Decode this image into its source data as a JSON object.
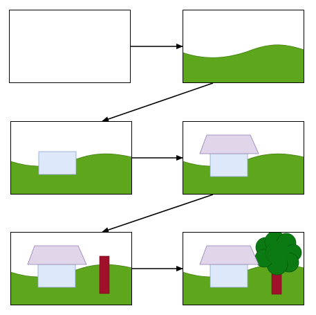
{
  "colors": {
    "background": "#ffffff",
    "frame_stroke": "#000000",
    "hill_fill": "#5ea61b",
    "hill_stroke": "#3f7d0c",
    "wall_fill": "#dde8fa",
    "wall_stroke": "#8aa2cf",
    "roof_fill": "#e1d5e9",
    "roof_stroke": "#8f7fb0",
    "chimney_fill": "#a0102a",
    "chimney_stroke": "#6e0a1c",
    "trunk_fill": "#a0102a",
    "canopy_fill": "#0b7a12",
    "canopy_stroke": "#075a0c",
    "arrow": "#000000"
  },
  "diagram": {
    "type": "sequence",
    "panels": [
      {
        "step": 1,
        "elements": []
      },
      {
        "step": 2,
        "elements": [
          "hill"
        ]
      },
      {
        "step": 3,
        "elements": [
          "hill",
          "house-wall"
        ]
      },
      {
        "step": 4,
        "elements": [
          "hill",
          "house-wall",
          "roof"
        ]
      },
      {
        "step": 5,
        "elements": [
          "hill",
          "house-wall",
          "roof",
          "chimney"
        ]
      },
      {
        "step": 6,
        "elements": [
          "hill",
          "house-wall",
          "roof",
          "tree"
        ]
      }
    ],
    "arrows": [
      {
        "from": 1,
        "to": 2
      },
      {
        "from": 2,
        "to": 3
      },
      {
        "from": 3,
        "to": 4
      },
      {
        "from": 4,
        "to": 5
      },
      {
        "from": 5,
        "to": 6
      }
    ]
  }
}
